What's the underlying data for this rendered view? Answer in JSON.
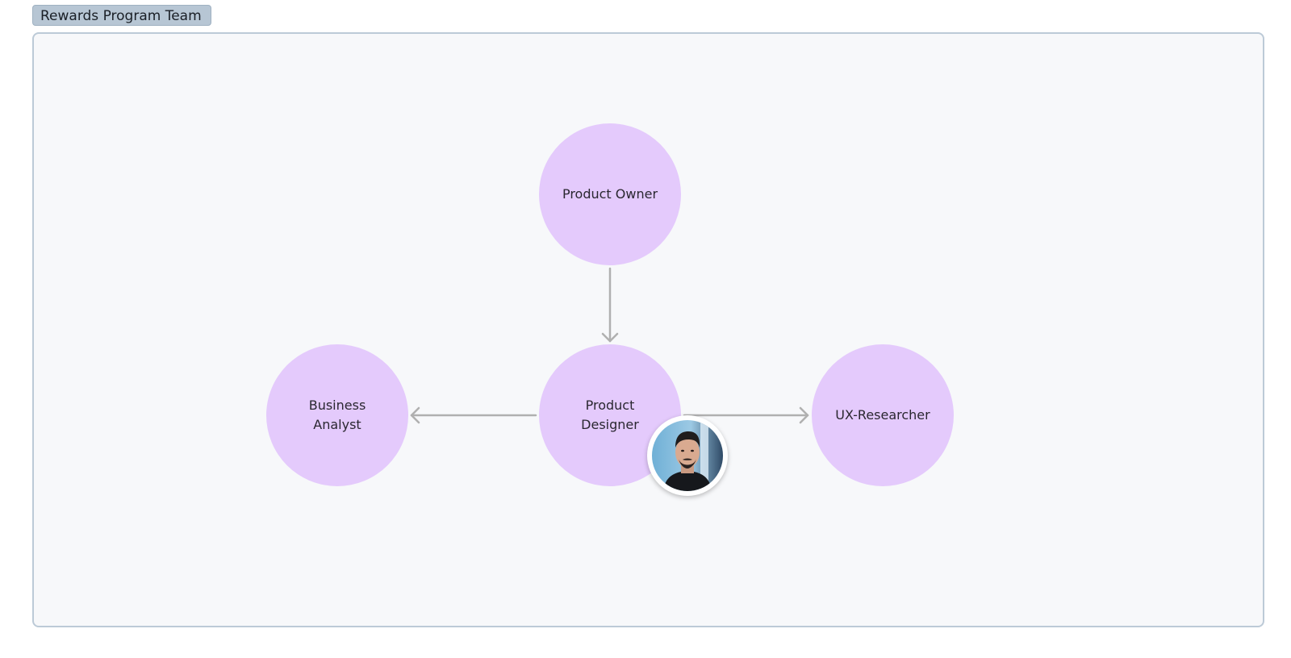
{
  "group": {
    "title": "Rewards Program Team"
  },
  "nodes": {
    "product_owner": "Product Owner",
    "product_designer": "Product Designer",
    "business_analyst": "Business Analyst",
    "ux_researcher": "UX-Researcher"
  },
  "edges": [
    {
      "from": "Product Owner",
      "to": "Product Designer"
    },
    {
      "from": "Product Designer",
      "to": "Business Analyst"
    },
    {
      "from": "Product Designer",
      "to": "UX-Researcher"
    }
  ],
  "avatar": {
    "icon": "person-photo-icon",
    "attached_to": "Product Designer"
  },
  "colors": {
    "node_fill": "#e4cafc",
    "edge": "#b0b0b0",
    "frame_border": "#bccad7",
    "label_fill": "#b7c6d4"
  }
}
